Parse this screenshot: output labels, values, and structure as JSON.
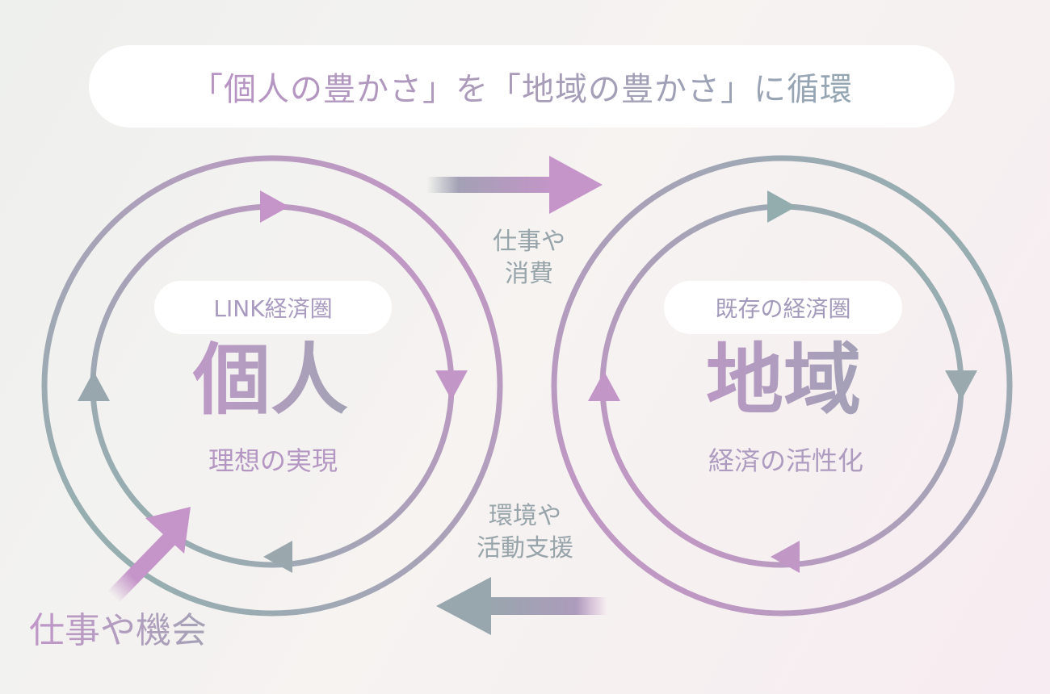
{
  "title": "「個人の豊かさ」を「地域の豊かさ」に循環",
  "left_cycle": {
    "tag": "LINK経済圏",
    "main": "個人",
    "sub": "理想の実現"
  },
  "right_cycle": {
    "tag": "既存の経済圏",
    "main": "地域",
    "sub": "経済の活性化"
  },
  "flows": {
    "left_to_right_line1": "仕事や",
    "left_to_right_line2": "消費",
    "right_to_left_line1": "環境や",
    "right_to_left_line2": "活動支援",
    "inflow": "仕事や機会"
  },
  "colors": {
    "pink": "#c595c9",
    "teal": "#8fb0ae",
    "slate": "#98a4ad",
    "white": "#ffffff"
  }
}
